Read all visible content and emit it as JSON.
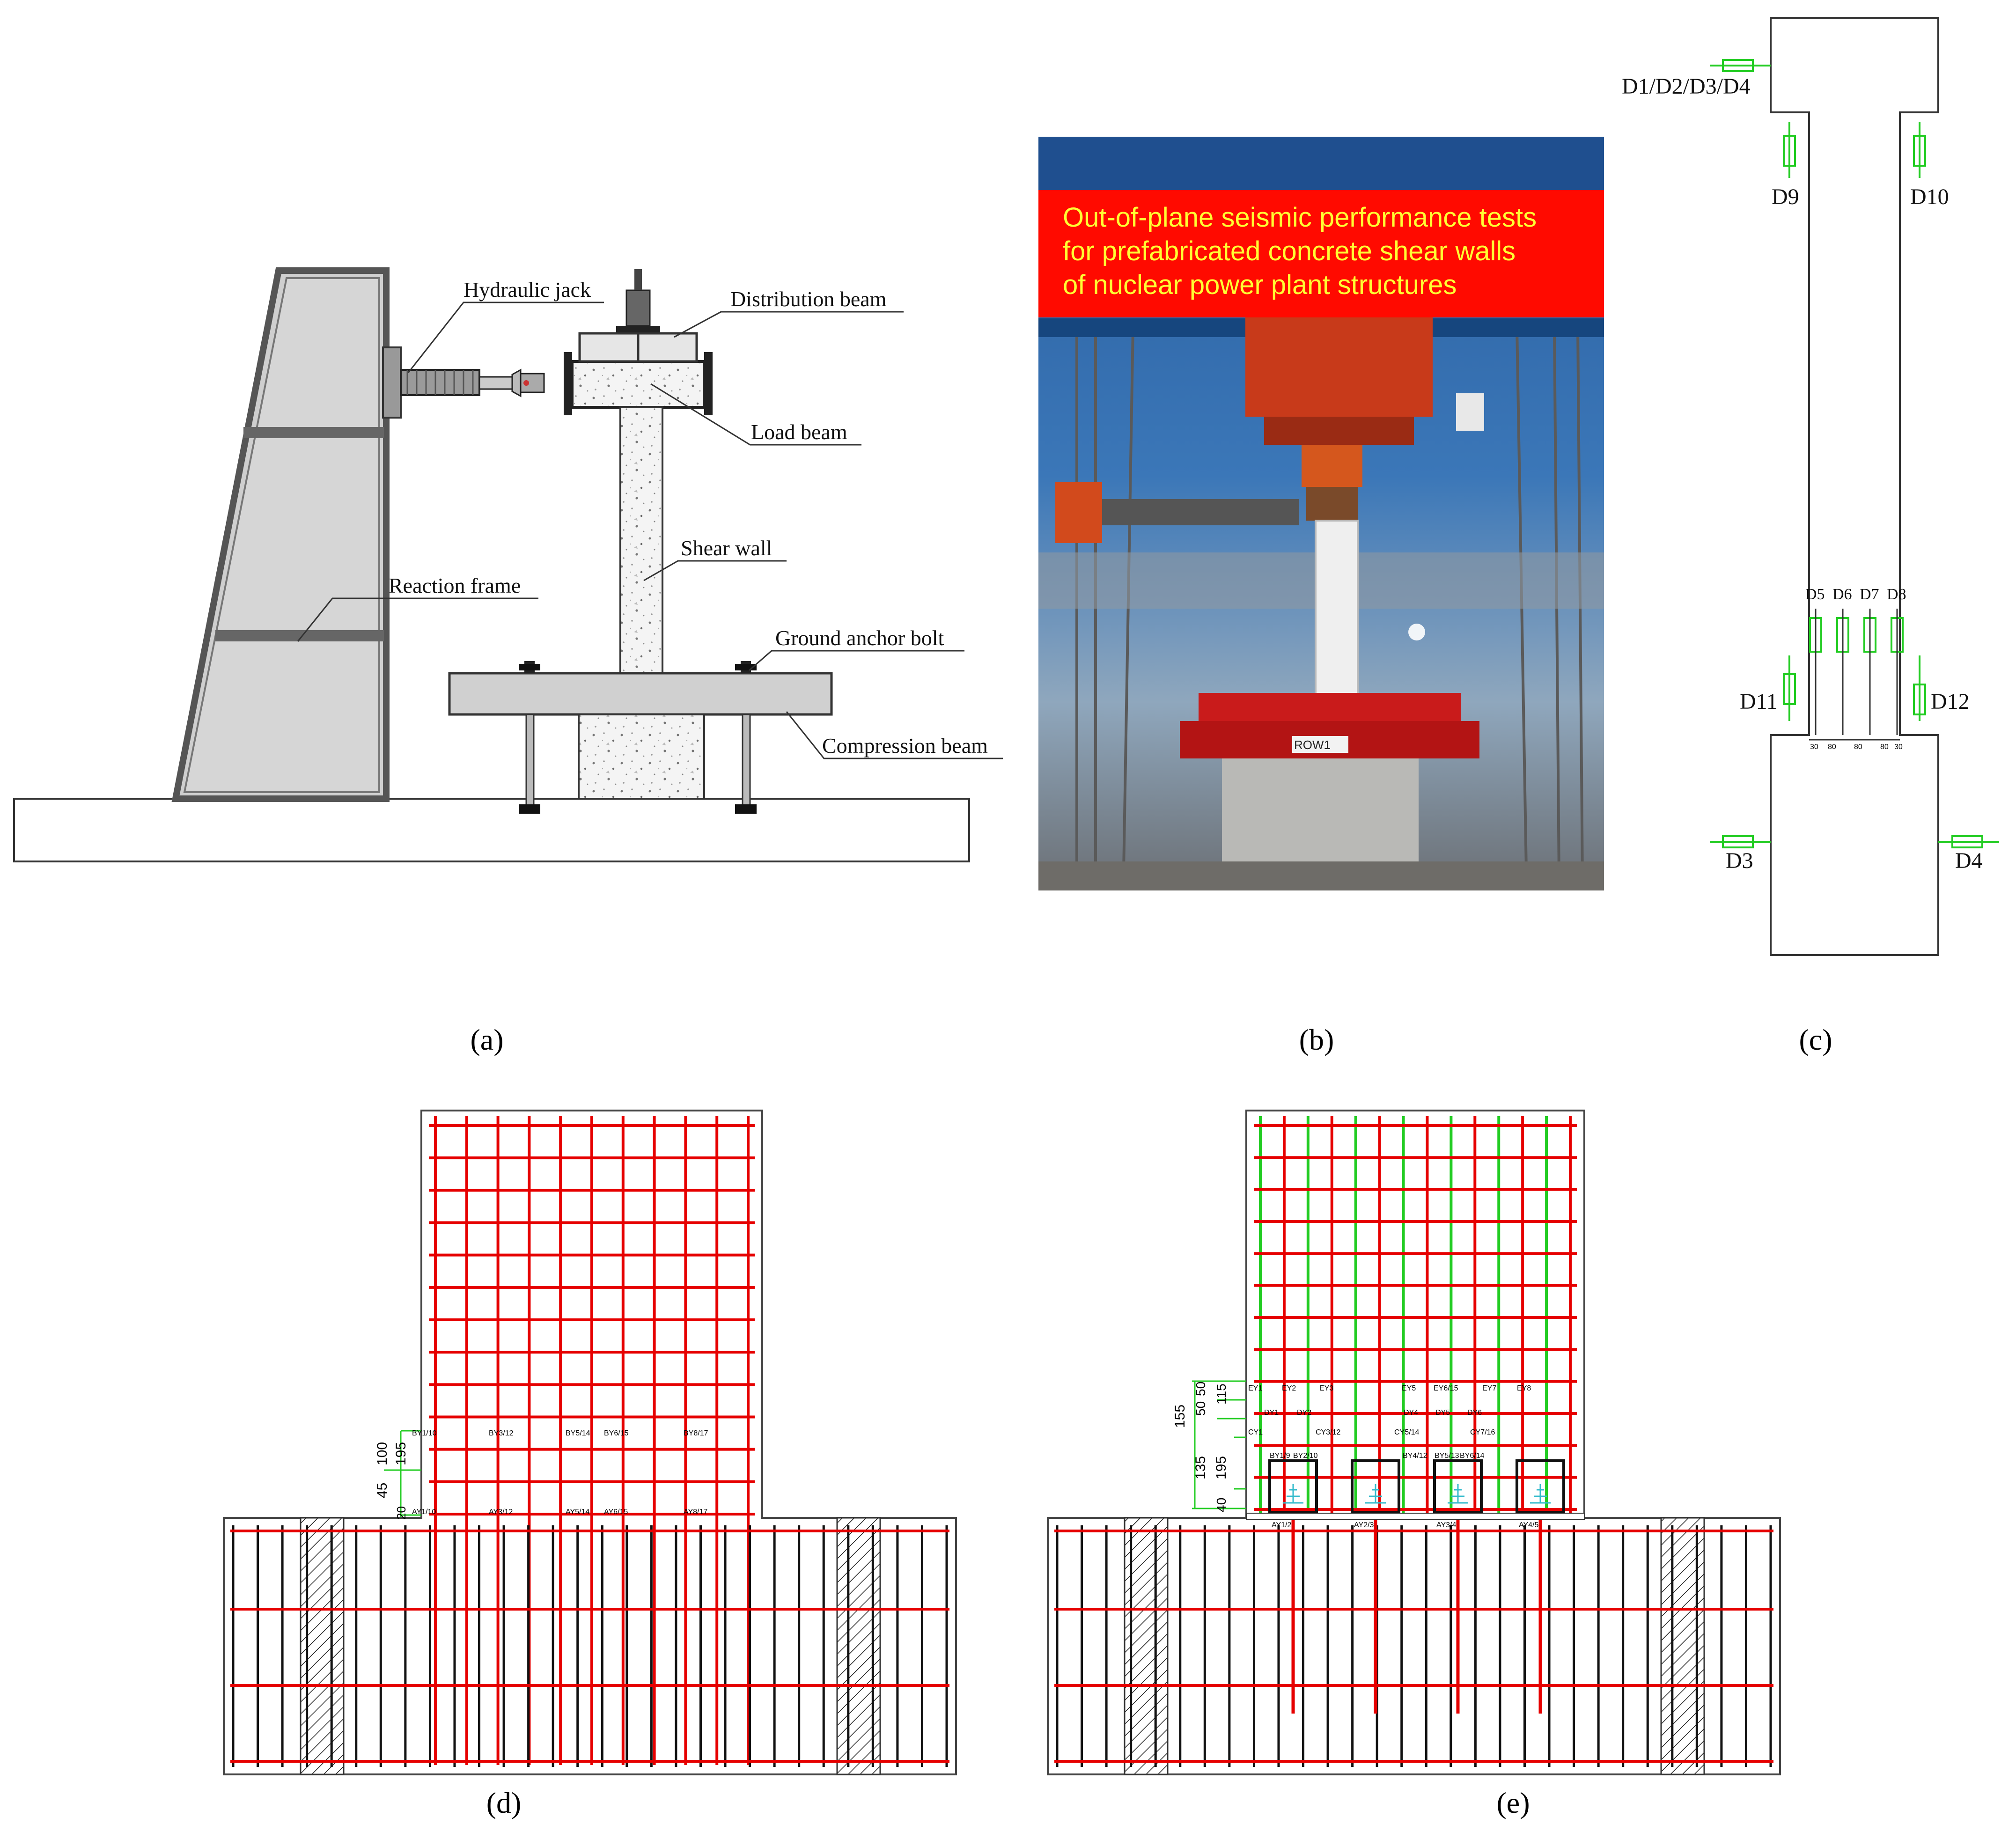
{
  "colors": {
    "frame": "#555555",
    "fill": "#d3d3d3",
    "rebar_red": "#e60000",
    "rebar_green": "#22cc22",
    "rebar_black": "#111111",
    "photo_banner": "#ff0a00",
    "photo_text": "#ffff33"
  },
  "panel_a": {
    "caption": "(a)",
    "labels": {
      "hydraulic_jack": "Hydraulic jack",
      "distribution_beam": "Distribution beam",
      "load_beam": "Load beam",
      "shear_wall": "Shear wall",
      "reaction_frame": "Reaction frame",
      "ground_anchor_bolt": "Ground anchor bolt",
      "compression_beam": "Compression beam"
    }
  },
  "panel_b": {
    "caption": "(b)",
    "banner_lines": [
      "Out-of-plane seismic performance tests",
      "for prefabricated concrete shear walls",
      "of nuclear power plant structures"
    ],
    "sign_text": "ROW1"
  },
  "panel_c": {
    "caption": "(c)",
    "sensors": {
      "top": "D1/D2/D3/D4",
      "d9": "D9",
      "d10": "D10",
      "d5": "D5",
      "d6": "D6",
      "d7": "D7",
      "d8": "D8",
      "d11": "D11",
      "d12": "D12",
      "d3": "D3",
      "d4": "D4"
    },
    "spacing": [
      "30",
      "80",
      "80",
      "80",
      "30"
    ]
  },
  "panel_d": {
    "caption": "(d)",
    "dims": [
      "45",
      "100",
      "195",
      "20"
    ],
    "tags_upper": [
      "BY1/10",
      "BY3/12",
      "BY5/14",
      "BY6/15",
      "BY8/17"
    ],
    "tags_lower": [
      "AY1/10",
      "AY3/12",
      "AY5/14",
      "AY6/15",
      "AY8/17"
    ]
  },
  "panel_e": {
    "caption": "(e)",
    "dims": [
      "155",
      "50",
      "50",
      "115",
      "135",
      "195",
      "40"
    ],
    "tags_row1": [
      "EY1",
      "EY2",
      "EY3",
      "EY5",
      "EY6/15",
      "EY7",
      "EY8"
    ],
    "tags_row2": [
      "DY1",
      "DY2",
      "DY4",
      "DY5",
      "DY6"
    ],
    "tags_row3": [
      "CY1",
      "CY3/12",
      "CY5/14",
      "CY7/16"
    ],
    "tags_row4": [
      "BY1/9",
      "BY2/10",
      "BY4/12",
      "BY5/13",
      "BY6/14"
    ],
    "tags_bottom": [
      "AY1/2",
      "AY2/3",
      "AY3/4",
      "AY4/5"
    ]
  }
}
